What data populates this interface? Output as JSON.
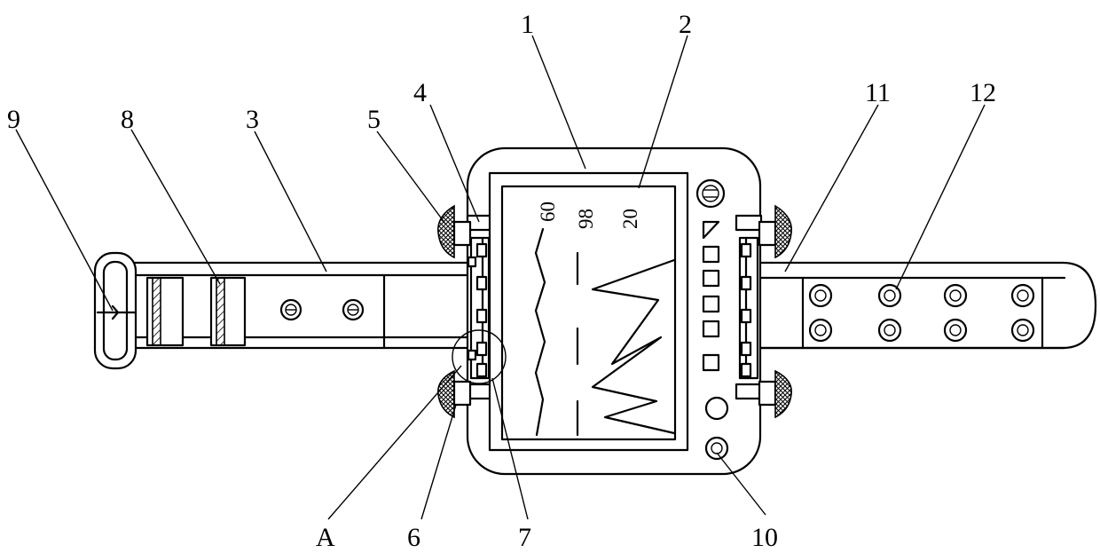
{
  "callouts": {
    "c1": "1",
    "c2": "2",
    "c3": "3",
    "c4": "4",
    "c5": "5",
    "c6": "6",
    "c7": "7",
    "c8": "8",
    "c9": "9",
    "c10": "10",
    "c11": "11",
    "c12": "12",
    "cA": "A"
  },
  "screen": {
    "value1": "60",
    "value2": "98",
    "value3": "20"
  },
  "colors": {
    "ink": "#000000",
    "paper": "#ffffff"
  }
}
